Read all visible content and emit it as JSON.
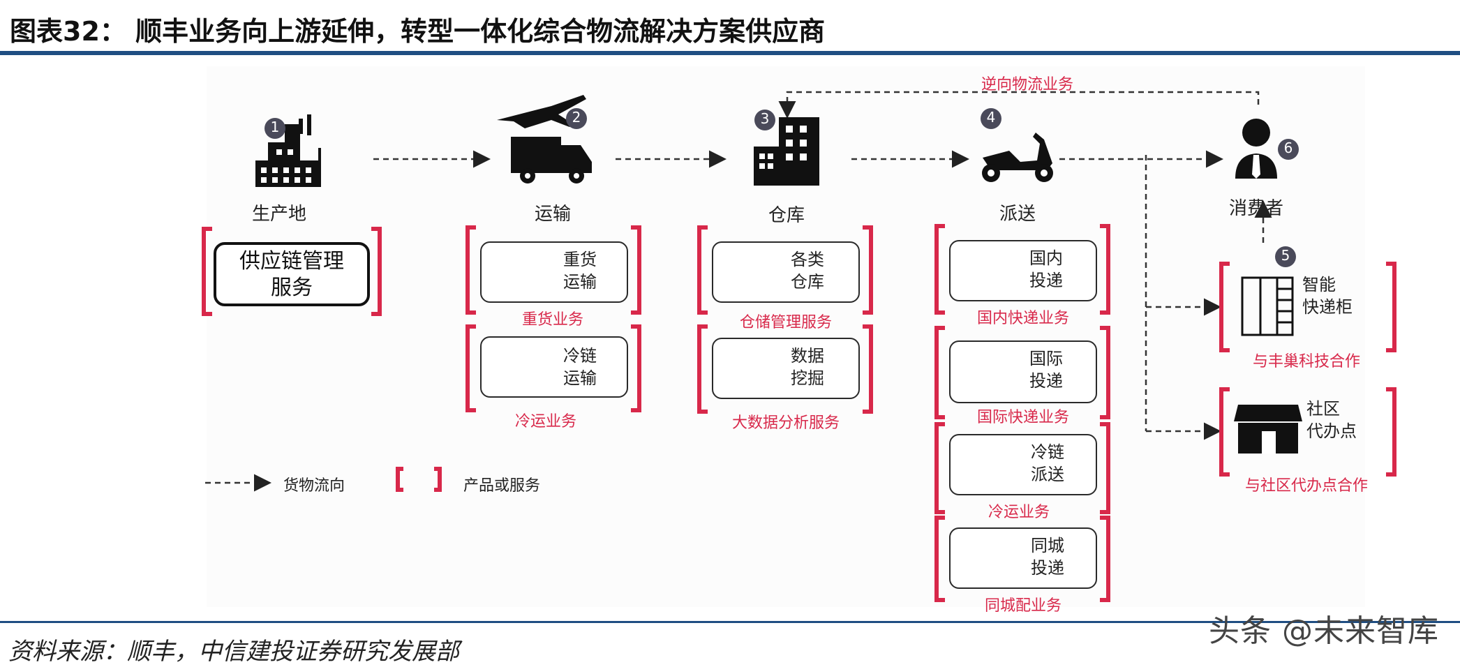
{
  "header": {
    "title": "图表32：  顺丰业务向上游延伸，转型一体化综合物流解决方案供应商"
  },
  "footer": {
    "source": "资料来源：顺丰，中信建投证券研究发展部",
    "watermark": "头条 @未来智库"
  },
  "diagram": {
    "reverse_flow_label": "逆向物流业务",
    "stages": [
      {
        "num": "1",
        "label": "生产地",
        "icon": "factory-icon"
      },
      {
        "num": "2",
        "label": "运输",
        "icon": "plane-truck-icon"
      },
      {
        "num": "3",
        "label": "仓库",
        "icon": "warehouse-building-icon"
      },
      {
        "num": "4",
        "label": "派送",
        "icon": "scooter-icon"
      },
      {
        "num": "6",
        "label": "消费者",
        "icon": "consumer-icon"
      }
    ],
    "supply_chain": {
      "line1": "供应链管理",
      "line2": "服务"
    },
    "transport": [
      {
        "line1": "重货",
        "line2": "运输",
        "caption": "重货业务",
        "icon": "heavy-truck-icon"
      },
      {
        "line1": "冷链",
        "line2": "运输",
        "caption": "冷运业务",
        "icon": "cold-truck-icon"
      }
    ],
    "warehouse": [
      {
        "line1": "各类",
        "line2": "仓库",
        "caption": "仓储管理服务",
        "icon": "house-icon"
      },
      {
        "line1": "数据",
        "line2": "挖掘",
        "caption": "大数据分析服务",
        "icon": "database-icon"
      }
    ],
    "delivery": [
      {
        "line1": "国内",
        "line2": "投递",
        "caption": "国内快递业务",
        "icon": "courier-icon"
      },
      {
        "line1": "国际",
        "line2": "投递",
        "caption": "国际快递业务",
        "icon": "globe-icon"
      },
      {
        "line1": "冷链",
        "line2": "派送",
        "caption": "冷运业务",
        "icon": "cold-truck-icon"
      },
      {
        "line1": "同城",
        "line2": "投递",
        "caption": "同城配业务",
        "icon": "gift-icon"
      }
    ],
    "consumer_side": [
      {
        "num": "5",
        "line1": "智能",
        "line2": "快递柜",
        "caption": "与丰巢科技合作",
        "icon": "locker-icon"
      },
      {
        "line1": "社区",
        "line2": "代办点",
        "caption": "与社区代办点合作",
        "icon": "storefront-icon"
      }
    ],
    "legend": {
      "flow": "货物流向",
      "product": "产品或服务"
    }
  },
  "colors": {
    "accent_red": "#d8284a",
    "brand_blue": "#1f4e82",
    "badge": "#4a4a5a"
  }
}
